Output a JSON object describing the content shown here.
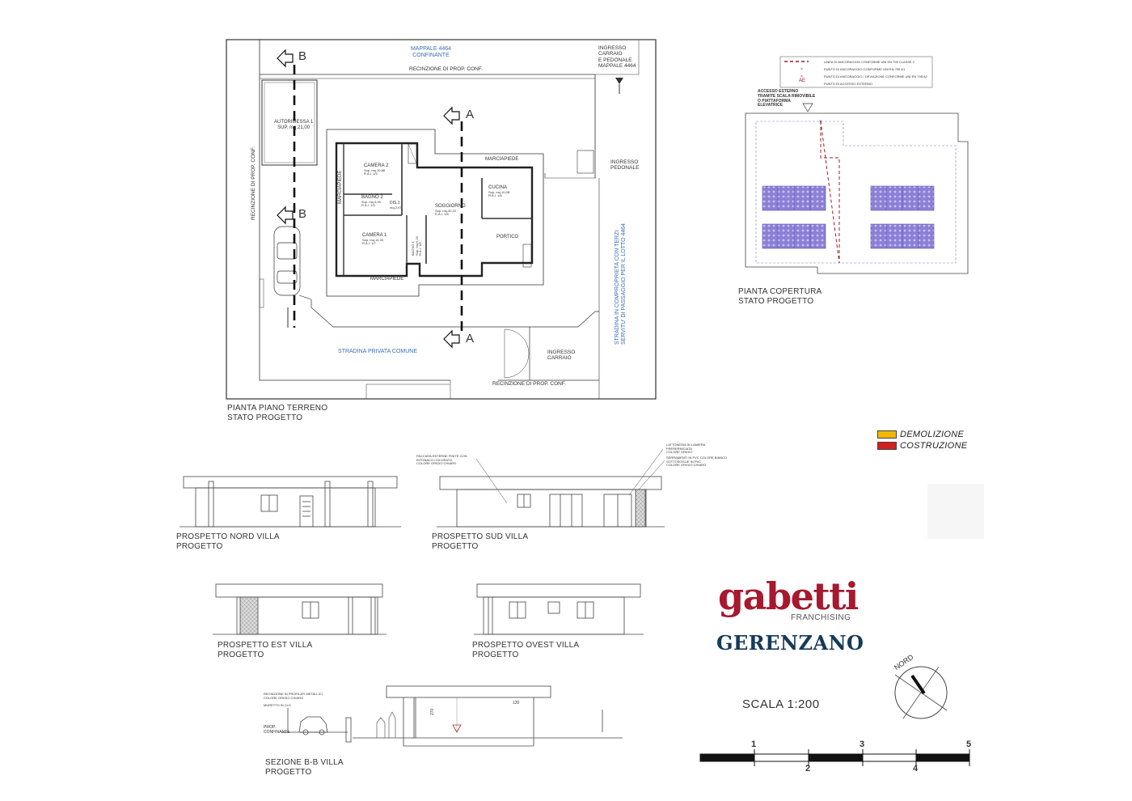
{
  "plan": {
    "title_line1": "PIANTA PIANO TERRENO",
    "title_line2": "STATO PROGETTO",
    "mappale_line1": "MAPPALE 4464",
    "mappale_line2": "CONFINANTE",
    "ingresso_carraio_ped": [
      "INGRESSO",
      "CARRAIO",
      "E PEDONALE",
      "MAPPALE 4464"
    ],
    "recinzione_top": "RECINZIONE DI PROP. CONF.",
    "recinzione_left": "RECINZIONE DI PROP. CONF.",
    "recinzione_bottom": "RECINZIONE DI PROP. CONF.",
    "stradina_privata": "STRADINA PRIVATA COMUNE",
    "stradina_terzi_line1": "STRADINA IN COMPROPRIETA CON TERZI",
    "stradina_terzi_line2": "SERVITU' DI PASSAGGIO PER IL LOTTO 4464",
    "ingresso_pedonale": [
      "INGRESSO",
      "PEDONALE"
    ],
    "ingresso_carraio": [
      "INGRESSO",
      "CARRAIO"
    ],
    "section_a": "A",
    "section_b": "B",
    "autorimessa": [
      "AUTORIMESSA 1",
      "SUP. mq.21,00"
    ],
    "camera2": [
      "CAMERA 2",
      "Sup. mq.10,88",
      "R.A.I. 1/5"
    ],
    "bagno2": [
      "BAGNO 2",
      "Sup. mq.4,90",
      "R.A.I. 1/5"
    ],
    "dis1": [
      "DIS.1",
      "mq.2,97"
    ],
    "soggiorno": [
      "SOGGIORNO",
      "Sup. mq.30,22",
      "R.A.I. 1/8"
    ],
    "cucina": [
      "CUCINA",
      "Sup. mq.10,08",
      "R.A.I. 1/6"
    ],
    "camera1": [
      "CAMERA 1",
      "Sup. mq.14,03",
      "R.A.I. 1/7"
    ],
    "bagno1": [
      "BAGNO 1",
      "Sup. mq.5,29",
      "R.A.I. 1/8"
    ],
    "portico": "PORTICO",
    "marciapiede": "MARCIAPIEDE"
  },
  "roof": {
    "title_line1": "PIANTA COPERTURA",
    "title_line2": "STATO PROGETTO",
    "access_note": [
      "ACCESSO ESTERNO",
      "TRAMITE SCALA RIMOVIBILE",
      "O PIATTAFORMA",
      "ELEVATRICE"
    ],
    "legend": [
      "LINEA DI ANCORAGGIO CONFORME UNI EN 795 CLASSE C",
      "PUNTO DI ANCORAGGIO CONFORME UNI EN 795 A1",
      "PUNTO DI ANCORAGGIO / DEVIAZIONE CONFORME UNI EN 795 A2",
      "PUNTO DI ACCESSO ESTERNO"
    ],
    "legend_symbol_ae": "AE"
  },
  "legend": {
    "demolizione": "DEMOLIZIONE",
    "costruzione": "COSTRUZIONE",
    "demolizione_color": "#f2b705",
    "costruzione_color": "#d42020"
  },
  "elevations": {
    "nord": [
      "PROSPETTO NORD VILLA",
      "PROGETTO"
    ],
    "sud": [
      "PROSPETTO SUD VILLA",
      "PROGETTO"
    ],
    "est": [
      "PROSPETTO EST VILLA",
      "PROGETTO"
    ],
    "ovest": [
      "PROSPETTO OVEST VILLA",
      "PROGETTO"
    ],
    "sud_note_left": [
      "FACCIATA ESTERNE FINITE CON",
      "INTONACO COLORATO",
      "COLORE GRIGIO CHIARO"
    ],
    "sud_note_right1": [
      "LATTONERIA IN LAMIERA",
      "PRERERNICIATA",
      "COLORE GRIGIO"
    ],
    "sud_note_right2": [
      "SERRAMENTI IN PVC COLORE BIANCO",
      "SOTTOSOGLIE IN PVC",
      "COLORE GRIGIO CHIARO"
    ]
  },
  "section": {
    "title_line1": "SEZIONE B-B VILLA",
    "title_line2": "PROGETTO",
    "note1": [
      "RECINZIONE IN PROFILATI METALLICI",
      "COLORE GRIGIO CHIARO"
    ],
    "note2": "MURETTO IN CLS",
    "prop": [
      "PROP.",
      "CONFINANTE"
    ],
    "dim_270": "270",
    "dim_120": "120"
  },
  "brand": {
    "name": "gabetti",
    "sub": "FRANCHISING",
    "city": "GERENZANO",
    "color": "#a6192e",
    "city_color": "#163a5a"
  },
  "scale": {
    "label": "SCALA 1:200",
    "ticks_top": [
      "1",
      "3",
      "5"
    ],
    "ticks_bottom": [
      "2",
      "4"
    ]
  },
  "north": {
    "label": "NORD"
  }
}
